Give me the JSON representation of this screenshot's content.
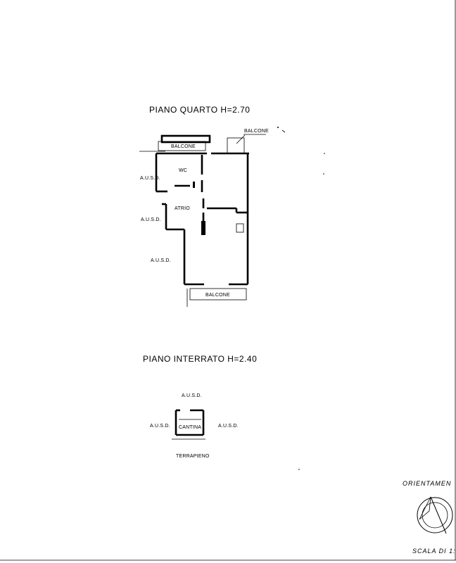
{
  "fourth_floor": {
    "title": "PIANO  QUARTO  H=2.70",
    "balcony_top": "BALCONE",
    "balcony_right": "BALCONE",
    "balcony_bottom": "BALCONE",
    "wc": "WC",
    "atrium": "ATRIO",
    "ausd_1": "A.U.S.D.",
    "ausd_2": "A.U.S.D.",
    "ausd_3": "A.U.S.D."
  },
  "basement": {
    "title": "PIANO  INTERRATO  H=2.40",
    "cellar": "CANTINA",
    "ausd_top": "A.U.S.D.",
    "ausd_left": "A.U.S.D.",
    "ausd_right": "A.U.S.D.",
    "embankment": "TERRAPIENO"
  },
  "orientation_label": "ORIENTAMEN",
  "scale_label": "SCALA DI 1:"
}
